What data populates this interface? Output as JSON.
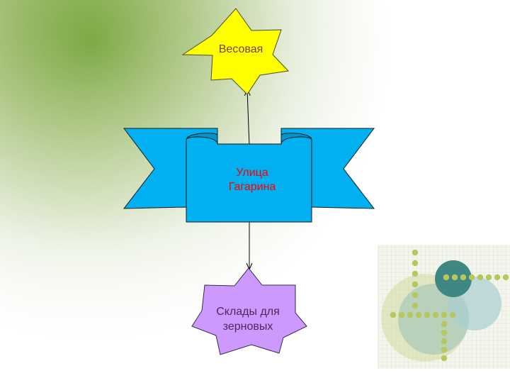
{
  "slide": {
    "nodes": {
      "top": {
        "label": "Весовая"
      },
      "center": {
        "line1": "Улица",
        "line2": "Гагарина"
      },
      "bottom": {
        "line1": "Склады для",
        "line2": "зерновых"
      }
    },
    "colors": {
      "top_star_fill": "#ffff00",
      "center_banner_fill": "#00b0f0",
      "bottom_star_fill": "#cc99ff",
      "center_text": "#ff0000",
      "top_text": "#7f3f3f",
      "bottom_text": "#4b2a5a",
      "background_green": "#7aa83a",
      "deco_teal": "#3f8a86",
      "deco_lime": "#b8c86a"
    }
  }
}
